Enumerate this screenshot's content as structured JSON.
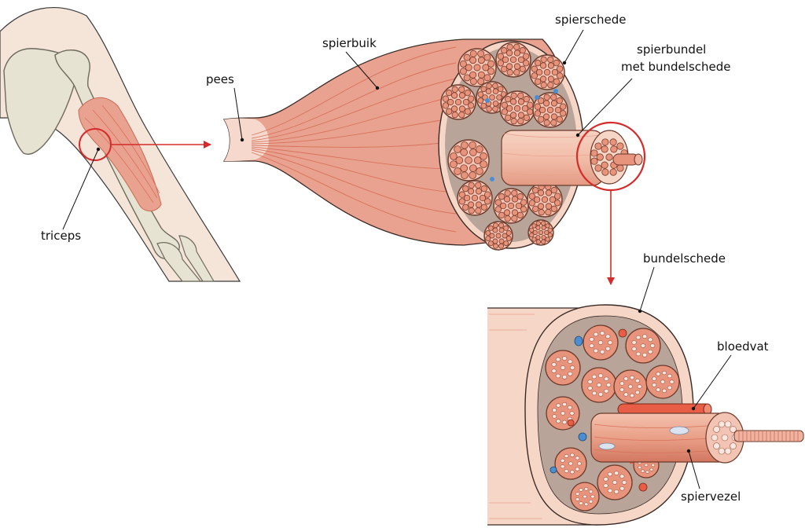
{
  "labels": {
    "triceps": "triceps",
    "pees": "pees",
    "spierbuik": "spierbuik",
    "spierschede": "spierschede",
    "spierbundel_line1": "spierbundel",
    "spierbundel_line2": "met bundelschede",
    "bundelschede": "bundelschede",
    "bloedvat": "bloedvat",
    "spiervezel": "spiervezel"
  },
  "colors": {
    "muscle": "#e9a28f",
    "muscle_dark": "#c96a55",
    "muscle_stripe": "#d9705c",
    "sheath": "#f6d6c7",
    "fiber": "#e8937c",
    "fiber_bg": "#f3c4b3",
    "matrix": "#b9a49a",
    "bone": "#e7e3d2",
    "bone_stroke": "#6e6b5e",
    "skin": "#f5e4d8",
    "blood_vessel": "#e85d45",
    "vein": "#4a8fd1",
    "highlight_circle": "#d52b2b",
    "arrow": "#d52b2b"
  }
}
